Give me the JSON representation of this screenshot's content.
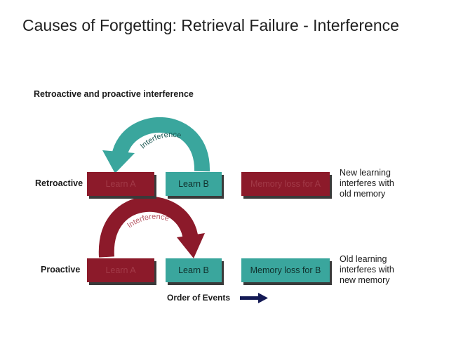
{
  "slide": {
    "title": "Causes of Forgetting: Retrieval Failure - Interference"
  },
  "diagram": {
    "heading": "Retroactive and proactive interference",
    "retroactive": {
      "label": "Retroactive",
      "box1": "Learn A",
      "box2": "Learn B",
      "box3": "Memory loss for A",
      "arc_label": "Interference",
      "note_lines": [
        "New learning",
        "interferes with",
        "old memory"
      ]
    },
    "proactive": {
      "label": "Proactive",
      "box1": "Learn A",
      "box2": "Learn B",
      "box3": "Memory loss for B",
      "arc_label": "Interference",
      "note_lines": [
        "Old learning",
        "interferes with",
        "new memory"
      ]
    },
    "order_label": "Order of Events"
  },
  "colors": {
    "red": "#8c1a2a",
    "teal": "#3aa69d",
    "navy": "#141a55"
  }
}
